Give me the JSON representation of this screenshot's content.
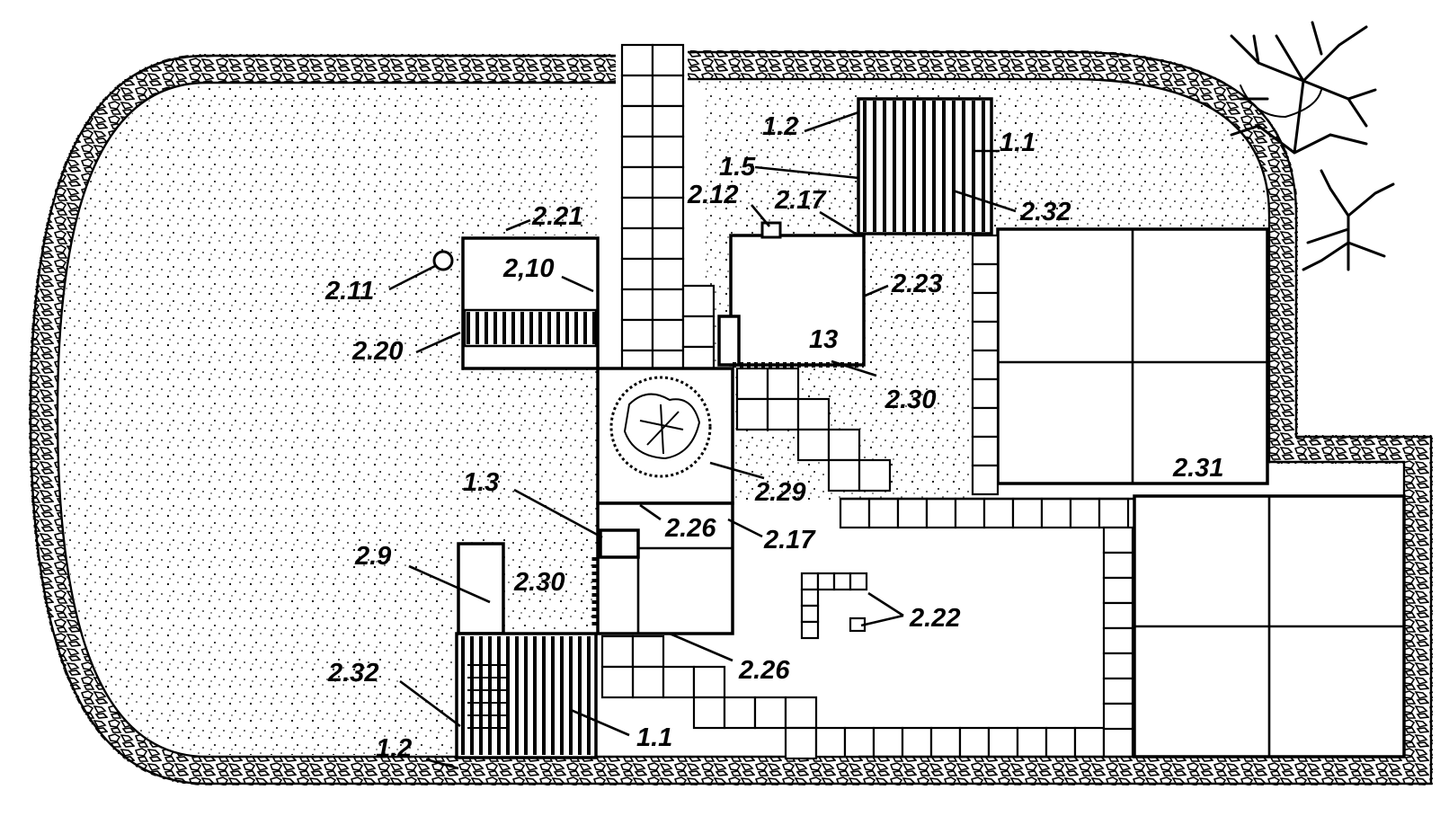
{
  "labels": {
    "l_2_11": "2.11",
    "l_2_21": "2.21",
    "l_2_10": "2,10",
    "l_2_20": "2.20",
    "l_1_2_top": "1.2",
    "l_1_1_top": "1.1",
    "l_1_5": "1.5",
    "l_2_32_top": "2.32",
    "l_2_12": "2.12",
    "l_2_17_top": "2.17",
    "l_2_23": "2.23",
    "l_13": "13",
    "l_2_30_right": "2.30",
    "l_2_29": "2.29",
    "l_1_3": "1.3",
    "l_2_26_top": "2.26",
    "l_2_17_bottom": "2.17",
    "l_2_31": "2.31",
    "l_2_9": "2.9",
    "l_2_30_left": "2.30",
    "l_2_22": "2.22",
    "l_2_26_bottom": "2.26",
    "l_2_32_bottom": "2.32",
    "l_1_2_bottom": "1.2",
    "l_1_1_bottom": "1.1"
  }
}
